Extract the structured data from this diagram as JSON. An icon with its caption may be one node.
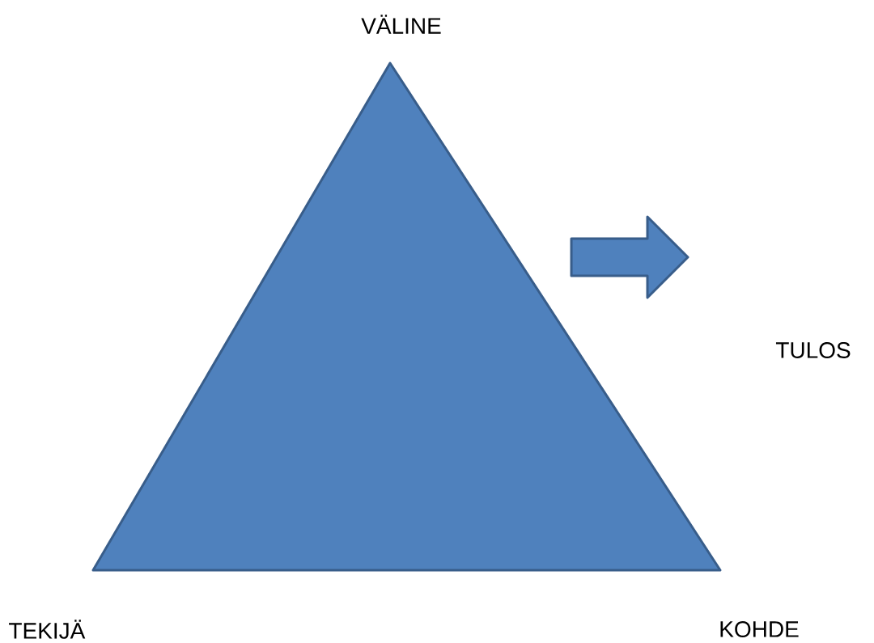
{
  "diagram": {
    "nodes": [
      {
        "text": [],
        "shape": "triangle"
      }
    ],
    "labels": [
      "VÄLINE",
      "TULOS",
      "TEKIJÄ",
      "KOHDE"
    ]
  }
}
